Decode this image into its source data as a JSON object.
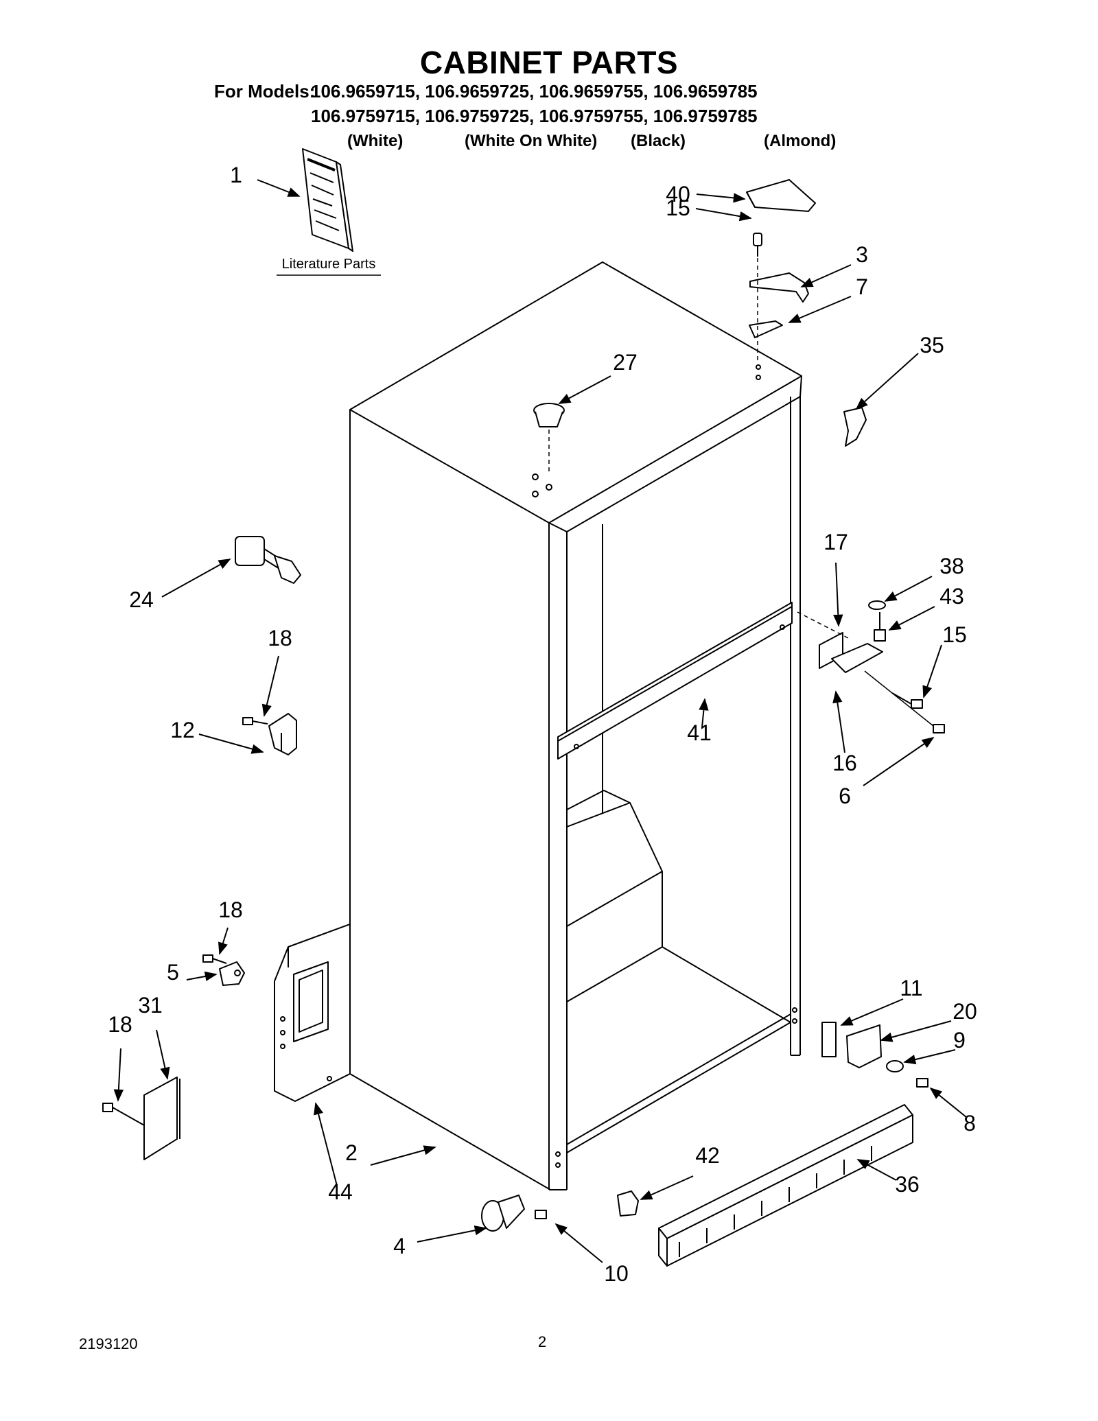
{
  "title": "CABINET PARTS",
  "models": {
    "label": "For Models:",
    "row1": "106.9659715, 106.9659725, 106.9659755, 106.9659785",
    "row2": "106.9759715, 106.9759725, 106.9759755, 106.9759785",
    "finishes": [
      "(White)",
      "(White On White)",
      "(Black)",
      "(Almond)"
    ]
  },
  "literature_label": "Literature Parts",
  "callouts": [
    {
      "id": "c1",
      "label": "1"
    },
    {
      "id": "c40",
      "label": "40"
    },
    {
      "id": "c15a",
      "label": "15"
    },
    {
      "id": "c3",
      "label": "3"
    },
    {
      "id": "c7",
      "label": "7"
    },
    {
      "id": "c35",
      "label": "35"
    },
    {
      "id": "c27",
      "label": "27"
    },
    {
      "id": "c17",
      "label": "17"
    },
    {
      "id": "c38",
      "label": "38"
    },
    {
      "id": "c43",
      "label": "43"
    },
    {
      "id": "c15b",
      "label": "15"
    },
    {
      "id": "c24",
      "label": "24"
    },
    {
      "id": "c18a",
      "label": "18"
    },
    {
      "id": "c12",
      "label": "12"
    },
    {
      "id": "c41",
      "label": "41"
    },
    {
      "id": "c16",
      "label": "16"
    },
    {
      "id": "c6",
      "label": "6"
    },
    {
      "id": "c18b",
      "label": "18"
    },
    {
      "id": "c5",
      "label": "5"
    },
    {
      "id": "c31",
      "label": "31"
    },
    {
      "id": "c18c",
      "label": "18"
    },
    {
      "id": "c11",
      "label": "11"
    },
    {
      "id": "c20",
      "label": "20"
    },
    {
      "id": "c9",
      "label": "9"
    },
    {
      "id": "c8",
      "label": "8"
    },
    {
      "id": "c2",
      "label": "2"
    },
    {
      "id": "c44",
      "label": "44"
    },
    {
      "id": "c42",
      "label": "42"
    },
    {
      "id": "c36",
      "label": "36"
    },
    {
      "id": "c4",
      "label": "4"
    },
    {
      "id": "c10",
      "label": "10"
    }
  ],
  "footer": {
    "doc_number": "2193120",
    "page_number": "2"
  }
}
